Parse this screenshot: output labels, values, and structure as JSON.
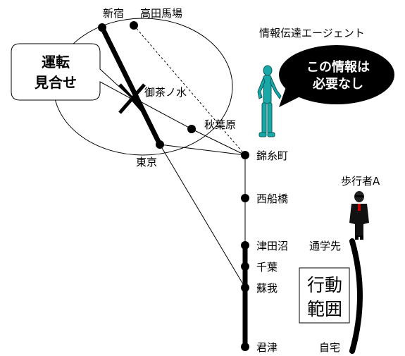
{
  "stations": {
    "shinjuku": "新宿",
    "takadanobaba": "高田馬場",
    "ochanomizu": "御茶ノ水",
    "akihabara": "秋葉原",
    "tokyo": "東京",
    "kinshicho": "錦糸町",
    "nishifunabashi": "西船橋",
    "tsudanuma": "津田沼",
    "chiba": "千葉",
    "soga": "蘇我",
    "kisarazu": "君津"
  },
  "callouts": {
    "suspension_line1": "運転",
    "suspension_line2": "見合せ",
    "agent_title": "情報伝達エージェント",
    "speech_line1": "この情報は",
    "speech_line2": "必要なし",
    "pedestrian": "歩行者A",
    "commute_destination": "通学先",
    "home": "自宅",
    "range_line1": "行動",
    "range_line2": "範囲"
  },
  "colors": {
    "agent": "#1aa7a7",
    "agent_outline": "#0b5e5e",
    "speech_bubble": "#000000",
    "line_black": "#000000"
  }
}
